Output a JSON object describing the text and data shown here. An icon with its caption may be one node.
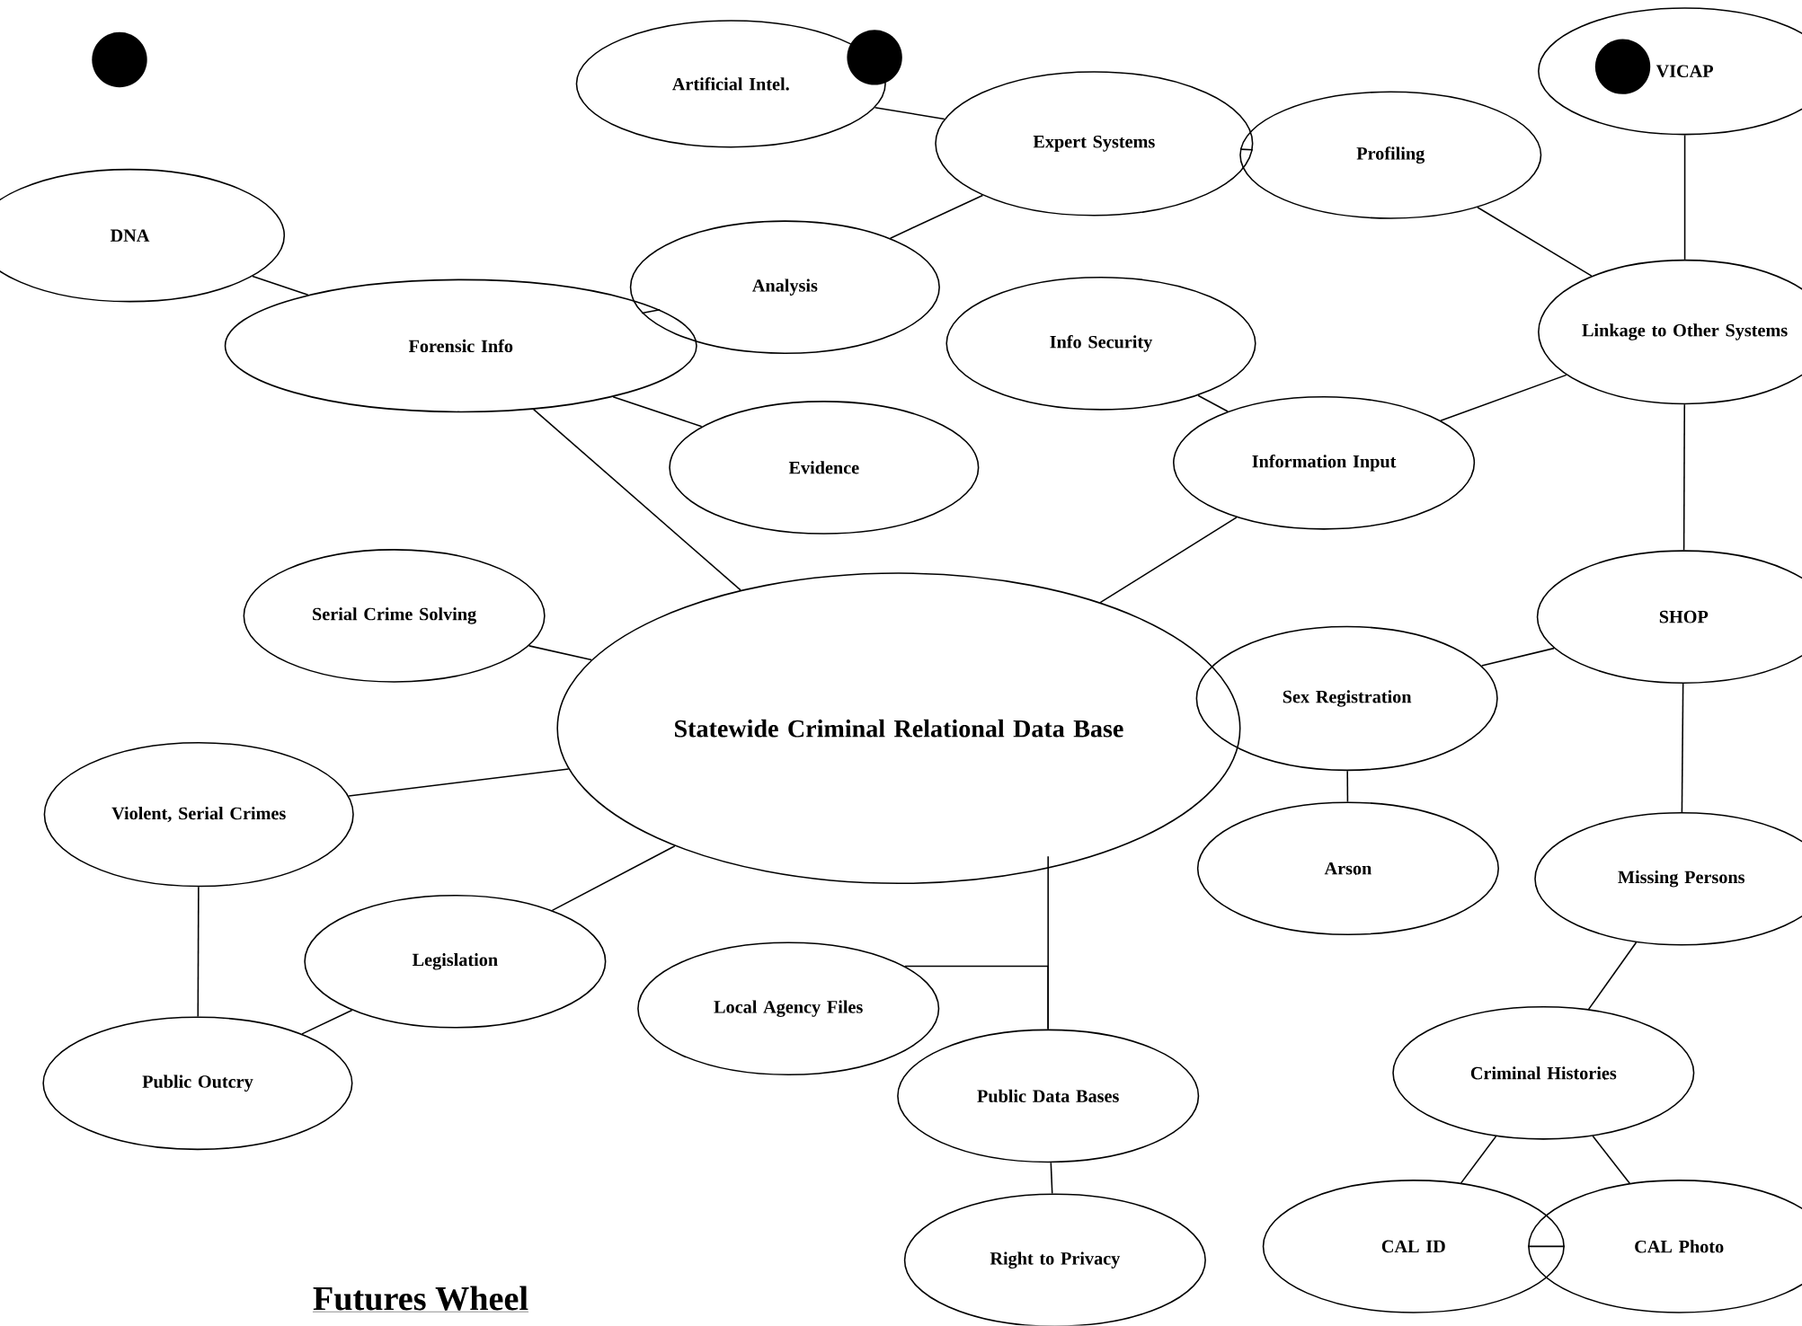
{
  "diagram": {
    "title": "Futures Wheel",
    "nodes": [
      {
        "text": [
          "Artificial Intel."
        ]
      },
      {
        "text": [
          "Expert Systems"
        ]
      },
      {
        "text": [
          "Profiling"
        ]
      },
      {
        "text": [
          "VICAP"
        ]
      },
      {
        "text": [
          "DNA"
        ]
      },
      {
        "text": [
          "Analysis"
        ]
      },
      {
        "text": [
          "Forensic Info"
        ]
      },
      {
        "text": [
          "Info Security"
        ]
      },
      {
        "text": [
          "Linkage to Other Systems"
        ]
      },
      {
        "text": [
          "Evidence"
        ]
      },
      {
        "text": [
          "Information Input"
        ]
      },
      {
        "text": [
          "Statewide Criminal Relational Data Base"
        ]
      },
      {
        "text": [
          "Serial Crime Solving"
        ]
      },
      {
        "text": [
          "SHOP"
        ]
      },
      {
        "text": [
          "Sex Registration"
        ]
      },
      {
        "text": [
          "Violent, Serial Crimes"
        ]
      },
      {
        "text": [
          "Arson"
        ]
      },
      {
        "text": [
          "Missing Persons"
        ]
      },
      {
        "text": [
          "Legislation"
        ]
      },
      {
        "text": [
          "Local Agency Files"
        ]
      },
      {
        "text": [
          "Public Outcry"
        ]
      },
      {
        "text": [
          "Criminal Histories"
        ]
      },
      {
        "text": [
          "Public Data Bases"
        ]
      },
      {
        "text": [
          "CAL ID"
        ]
      },
      {
        "text": [
          "CAL Photo"
        ]
      },
      {
        "text": [
          "Right to Privacy"
        ]
      }
    ],
    "edges": [
      {
        "from": 0,
        "to": 1,
        "arrow": "none"
      },
      {
        "from": 1,
        "to": 2,
        "arrow": "none"
      },
      {
        "from": 5,
        "to": 1,
        "arrow": "none"
      },
      {
        "from": 4,
        "to": 6,
        "arrow": "none"
      },
      {
        "from": 6,
        "to": 5,
        "arrow": "none"
      },
      {
        "from": 6,
        "to": 9,
        "arrow": "none"
      },
      {
        "from": 6,
        "to": 11,
        "arrow": "none"
      },
      {
        "from": 2,
        "to": 8,
        "arrow": "none"
      },
      {
        "from": 3,
        "to": 8,
        "arrow": "none"
      },
      {
        "from": 7,
        "to": 10,
        "arrow": "none"
      },
      {
        "from": 10,
        "to": 8,
        "arrow": "none"
      },
      {
        "from": 10,
        "to": 11,
        "arrow": "none"
      },
      {
        "from": 12,
        "to": 11,
        "arrow": "none"
      },
      {
        "from": 8,
        "to": 13,
        "arrow": "none"
      },
      {
        "from": 15,
        "to": 11,
        "arrow": "none"
      },
      {
        "from": 18,
        "to": 11,
        "arrow": "none"
      },
      {
        "from": 15,
        "to": 20,
        "arrow": "none"
      },
      {
        "from": 20,
        "to": 18,
        "arrow": "none"
      },
      {
        "from": 11,
        "to": 22,
        "arrow": "none"
      },
      {
        "from": 19,
        "to": 22,
        "arrow": "none"
      },
      {
        "from": 22,
        "to": 25,
        "arrow": "none"
      },
      {
        "from": 13,
        "to": 14,
        "arrow": "none"
      },
      {
        "from": 14,
        "to": 16,
        "arrow": "none"
      },
      {
        "from": 13,
        "to": 17,
        "arrow": "none"
      },
      {
        "from": 17,
        "to": 21,
        "arrow": "none"
      },
      {
        "from": 21,
        "to": 23,
        "arrow": "none"
      },
      {
        "from": 21,
        "to": 24,
        "arrow": "none"
      },
      {
        "from": 23,
        "to": 24,
        "arrow": "none"
      }
    ]
  }
}
